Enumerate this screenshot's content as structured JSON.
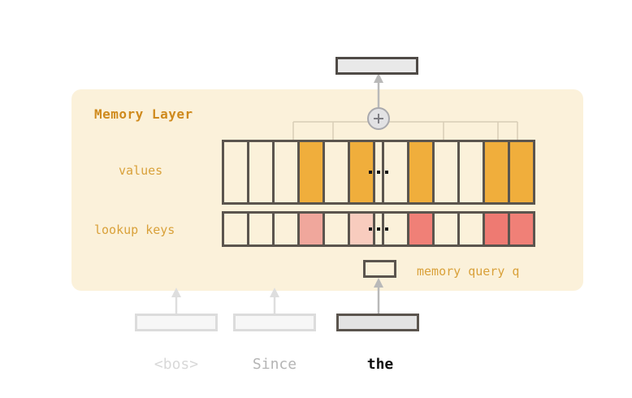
{
  "panel": {
    "title": "Memory Layer",
    "background_color": "#fbf1da",
    "title_color": "#cf8a1d",
    "row_labels": {
      "values": "values",
      "keys": "lookup keys"
    },
    "ellipsis": "..."
  },
  "output": {
    "box_label": "",
    "fill_color": "#e9e9e9",
    "border_color": "#4f4a46"
  },
  "sum_node": {
    "symbol": "+",
    "fill_color": "#e2e2e4",
    "border_color": "#a9a9ad"
  },
  "query": {
    "label": "memory query q",
    "box_label": "",
    "label_color": "#d9a13a",
    "box_border_color": "#5b554e"
  },
  "colors": {
    "accent_orange": "#f0ae3c",
    "pink_medium": "#f0a79c",
    "pink_light": "#f8ccbe",
    "pink_strong": "#f08077",
    "cell_empty": "#fbf1da",
    "grid_border": "#5b554e",
    "wire": "#d8cdb6",
    "arrow": "#b9b9b9"
  },
  "values_row": {
    "label": "values",
    "cells": [
      {
        "state": "empty",
        "color": "#fbf1da"
      },
      {
        "state": "empty",
        "color": "#fbf1da"
      },
      {
        "state": "empty",
        "color": "#fbf1da"
      },
      {
        "state": "active",
        "color": "#f0ae3c"
      },
      {
        "state": "empty",
        "color": "#fbf1da"
      },
      {
        "state": "active",
        "color": "#f0ae3c"
      },
      {
        "state": "ellipsis",
        "color": "#fbf1da"
      },
      {
        "state": "empty",
        "color": "#fbf1da"
      },
      {
        "state": "active",
        "color": "#f0ae3c"
      },
      {
        "state": "empty",
        "color": "#fbf1da"
      },
      {
        "state": "empty",
        "color": "#fbf1da"
      },
      {
        "state": "active",
        "color": "#f0ae3c"
      },
      {
        "state": "active",
        "color": "#f0ae3c"
      }
    ]
  },
  "keys_row": {
    "label": "lookup keys",
    "cells": [
      {
        "state": "empty",
        "color": "#fbf1da"
      },
      {
        "state": "empty",
        "color": "#fbf1da"
      },
      {
        "state": "empty",
        "color": "#fbf1da"
      },
      {
        "state": "match-medium",
        "color": "#f0a79c"
      },
      {
        "state": "empty",
        "color": "#fbf1da"
      },
      {
        "state": "match-light",
        "color": "#f8ccbe"
      },
      {
        "state": "ellipsis",
        "color": "#fbf1da"
      },
      {
        "state": "empty",
        "color": "#fbf1da"
      },
      {
        "state": "match-strong",
        "color": "#f08077"
      },
      {
        "state": "empty",
        "color": "#fbf1da"
      },
      {
        "state": "empty",
        "color": "#fbf1da"
      },
      {
        "state": "match-strong",
        "color": "#ee7a72"
      },
      {
        "state": "match-strong",
        "color": "#f08077"
      }
    ]
  },
  "tokens": [
    {
      "text": "<bos>",
      "state": "inactive",
      "text_color": "#d8d8d8"
    },
    {
      "text": "Since",
      "state": "inactive",
      "text_color": "#b4b4b4"
    },
    {
      "text": "the",
      "state": "active",
      "text_color": "#111111"
    }
  ]
}
